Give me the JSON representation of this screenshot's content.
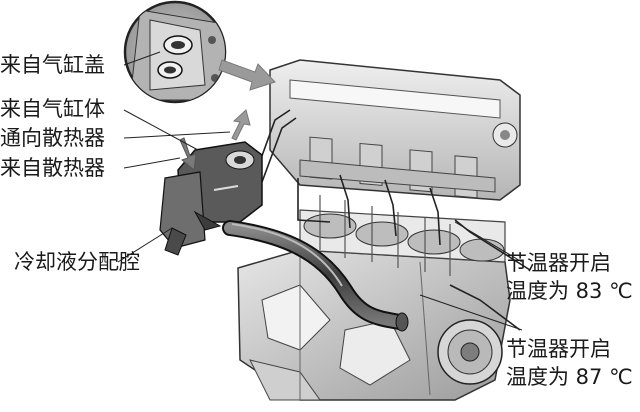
{
  "labels": {
    "from_head": "来自气缸盖",
    "from_block": "来自气缸体",
    "to_radiator": "通向散热器",
    "from_radiator": "来自散热器",
    "coolant_chamber": "冷却液分配腔",
    "thermo_open_1_line1": "节温器开启",
    "thermo_open_1_line2": "温度为 83 ℃",
    "thermo_open_2_line1": "节温器开启",
    "thermo_open_2_line2": "温度为 87 ℃"
  },
  "colors": {
    "line": "#222222",
    "metal_light": "#d9d9d9",
    "metal_mid": "#a8a8a8",
    "metal_dark": "#555555",
    "arrow": "#9a9a9a"
  },
  "icons": {
    "inset": "magnified-outlet-detail-icon",
    "arrow": "gray-flow-arrow-icon"
  }
}
